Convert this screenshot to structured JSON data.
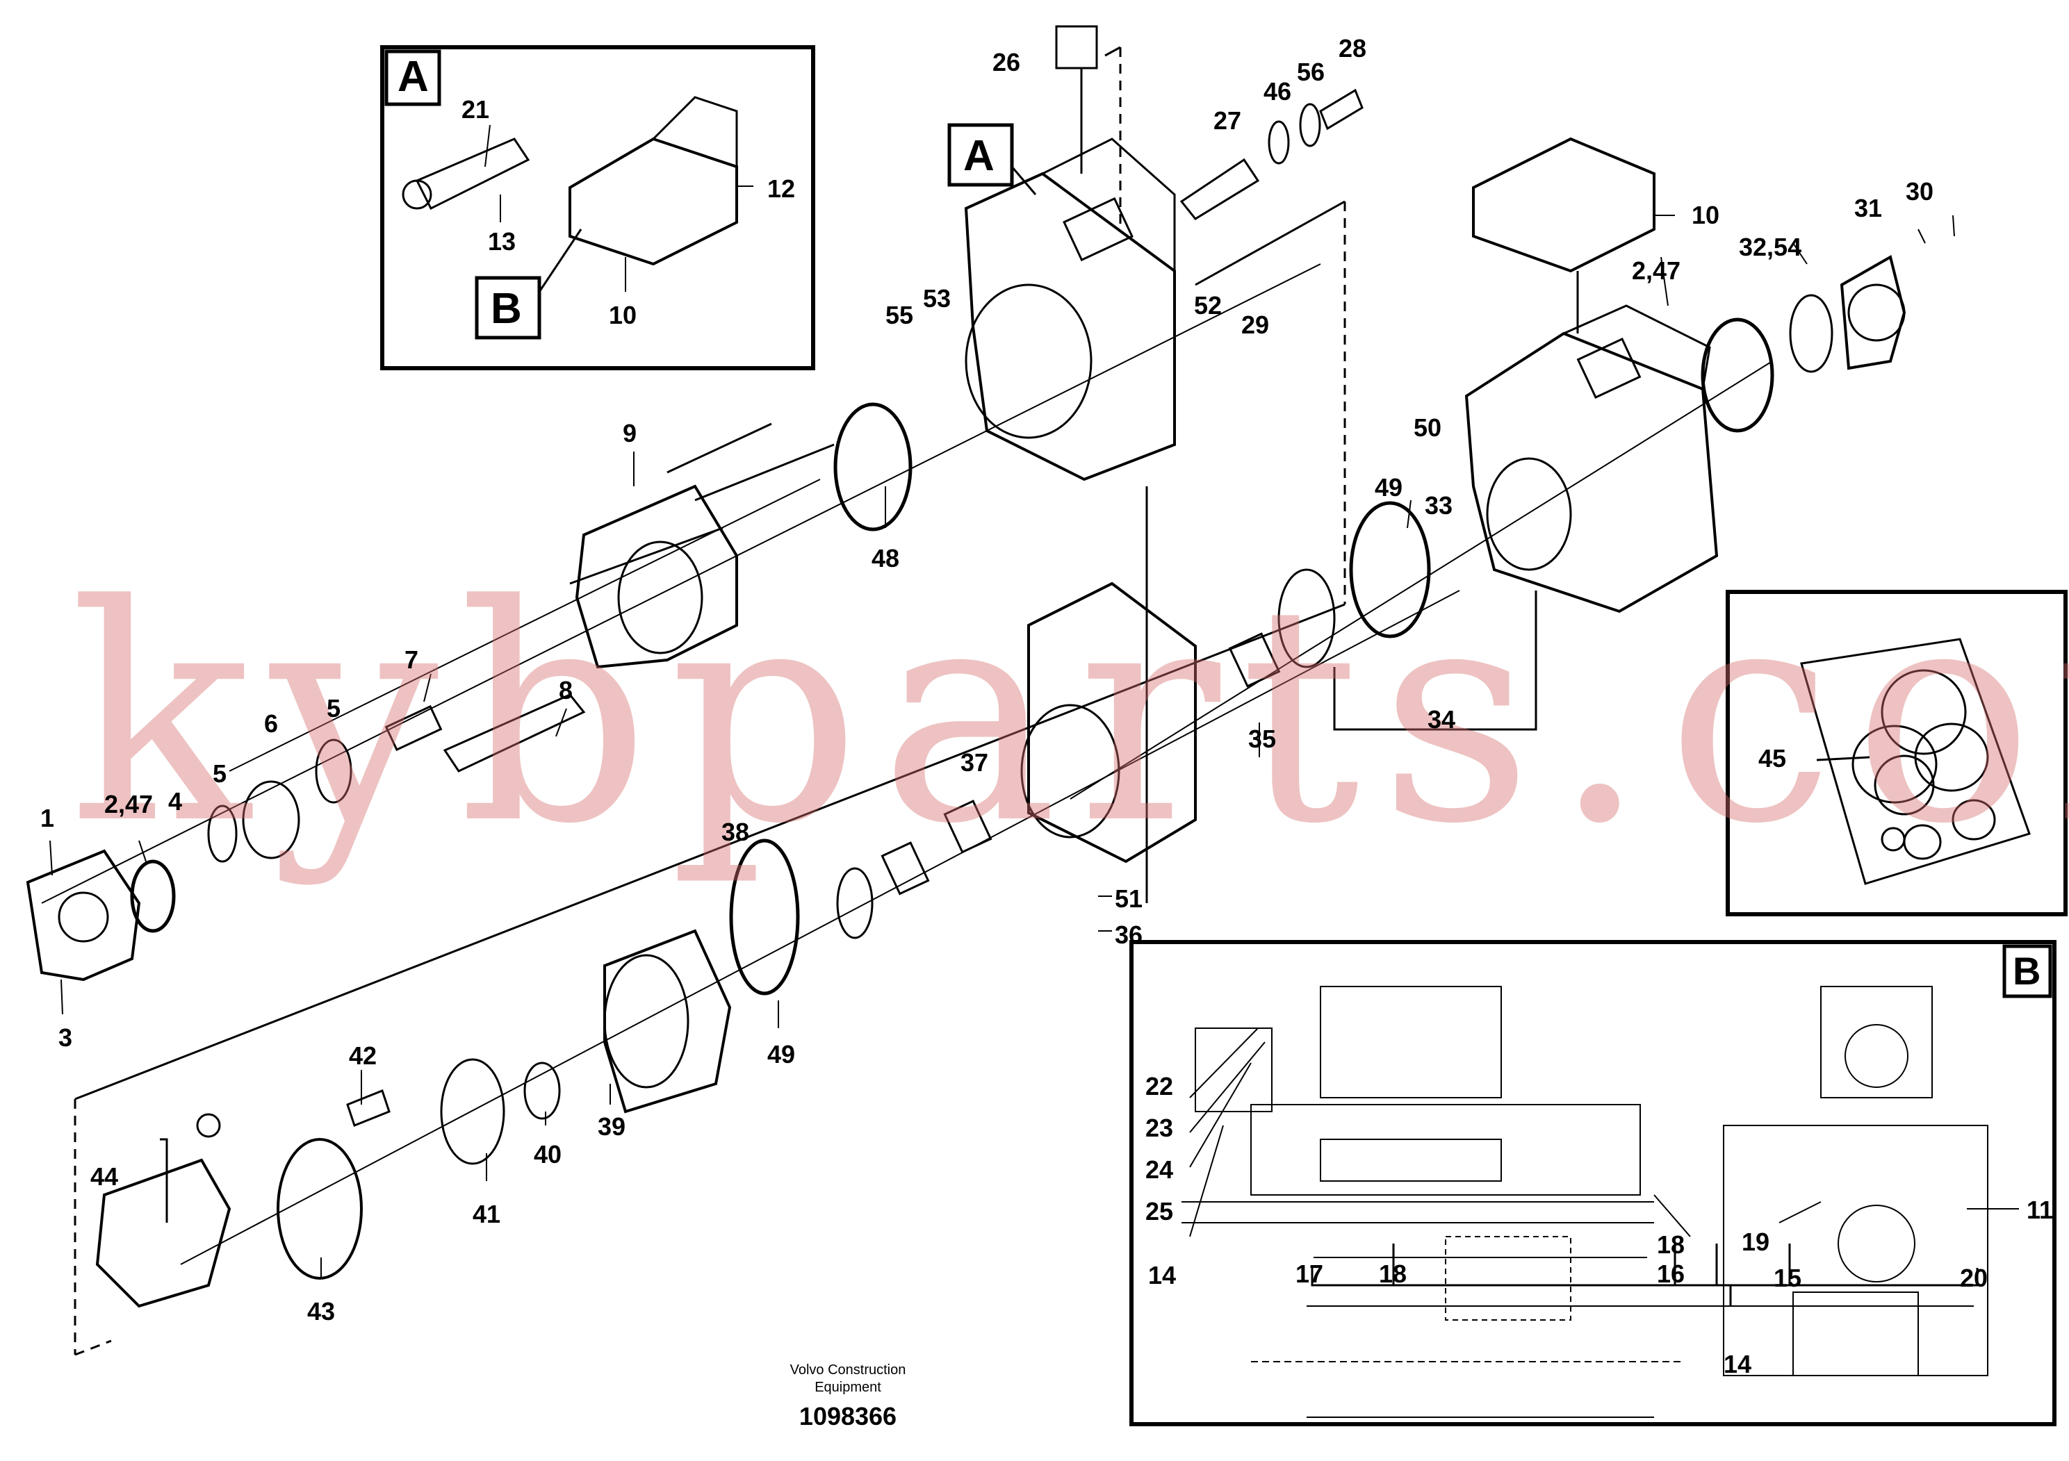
{
  "watermark": "kybparts.com",
  "footer": {
    "line1": "Volvo Construction",
    "line2": "Equipment",
    "drawing_number": "1098366"
  },
  "boxes": {
    "inset_top_letter": "A",
    "inset_top_callout_b": "B",
    "main_callout_a": "A",
    "inset_bottom_letter": "B",
    "kit_label": "45"
  },
  "labels": {
    "l1": "1",
    "l247a": "2,47",
    "l4": "4",
    "l5a": "5",
    "l5b": "5",
    "l6": "6",
    "l3": "3",
    "l7": "7",
    "l8": "8",
    "l9": "9",
    "l48": "48",
    "l55": "55",
    "l53": "53",
    "l52": "52",
    "l29": "29",
    "l26": "26",
    "l27": "27",
    "l46": "46",
    "l56": "56",
    "l28": "28",
    "l21": "21",
    "l13": "13",
    "l12": "12",
    "l10a": "10",
    "l10b": "10",
    "l31": "31",
    "l30": "30",
    "l3254": "32,54",
    "l247b": "2,47",
    "l50": "50",
    "l49a": "49",
    "l33": "33",
    "l34": "34",
    "l35": "35",
    "l37": "37",
    "l38": "38",
    "l51": "51",
    "l36": "36",
    "l49b": "49",
    "l39": "39",
    "l40": "40",
    "l41": "41",
    "l42": "42",
    "l43": "43",
    "l44": "44",
    "l22": "22",
    "l23": "23",
    "l24": "24",
    "l25": "25",
    "l14a": "14",
    "l17": "17",
    "l18a": "18",
    "l18b": "18",
    "l16": "16",
    "l19": "19",
    "l11": "11",
    "l15": "15",
    "l20": "20",
    "l14b": "14"
  }
}
